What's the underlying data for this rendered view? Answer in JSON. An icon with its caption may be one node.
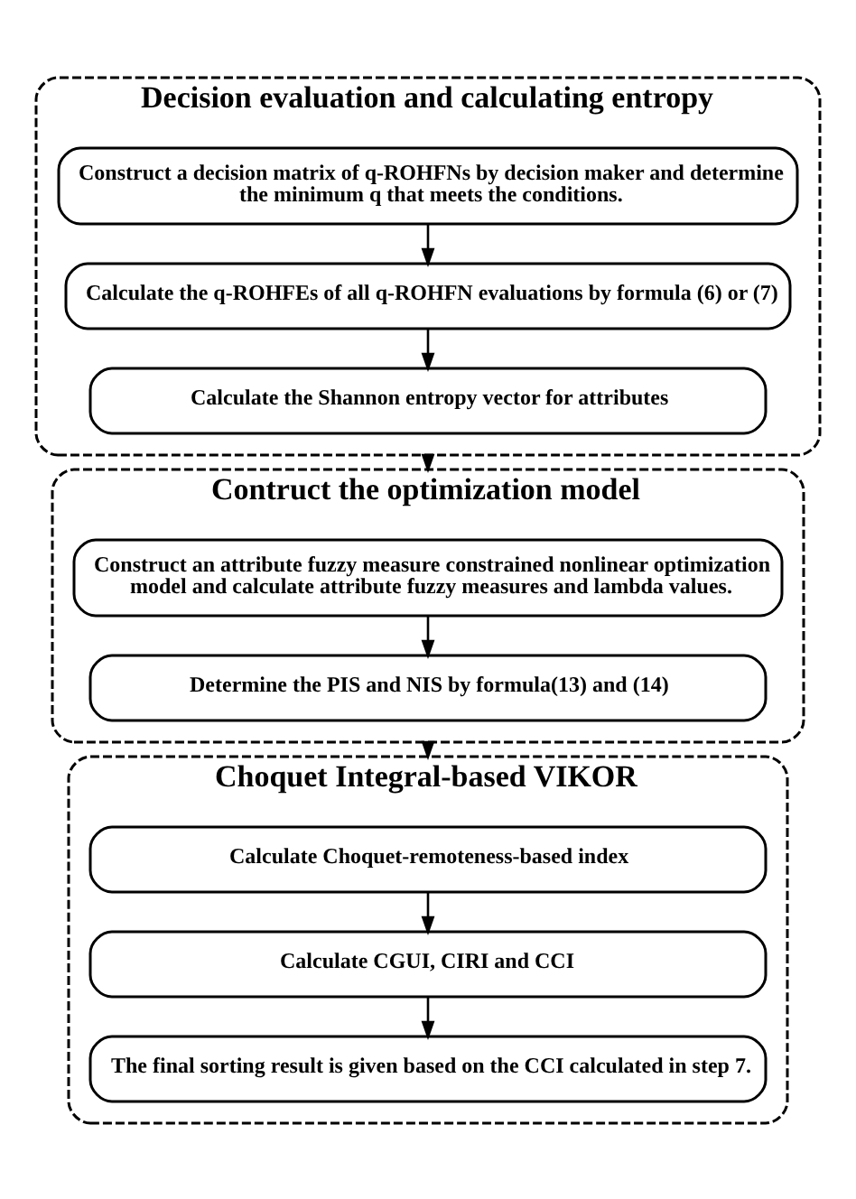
{
  "diagram": {
    "nodes": [
      {
        "text": [
          "Decision evaluation and calculating entropy"
        ]
      },
      {
        "text": [
          "Construct a decision matrix of q-ROHFNs by decision maker and determine the minimum q that meets the conditions."
        ],
        "in": 0
      },
      {
        "text": [
          "Calculate the q-ROHFEs of all q-ROHFN evaluations by formula (6) or (7)"
        ],
        "in": 0
      },
      {
        "text": [
          "Calculate the Shannon entropy vector for attributes"
        ],
        "in": 0
      },
      {
        "text": [
          "Contruct the optimization model"
        ]
      },
      {
        "text": [
          "Construct an attribute fuzzy measure constrained nonlinear optimization model and calculate attribute fuzzy measures and lambda values."
        ],
        "in": 4
      },
      {
        "text": [
          "Determine the PIS and NIS by formula(13) and (14)"
        ],
        "in": 4
      },
      {
        "text": [
          "Choquet Integral-based VIKOR"
        ]
      },
      {
        "text": [
          "Calculate Choquet-remoteness-based index"
        ],
        "in": 7
      },
      {
        "text": [
          "Calculate CGUI, CIRI and CCI"
        ],
        "in": 7
      },
      {
        "text": [
          "The final sorting result is given based on the CCI calculated in step 7."
        ],
        "in": 7
      }
    ],
    "edges": [
      {
        "from": 1,
        "to": 2,
        "arrow": "to"
      },
      {
        "from": 2,
        "to": 3,
        "arrow": "to"
      },
      {
        "from": 0,
        "to": 4,
        "arrow": "to"
      },
      {
        "from": 5,
        "to": 6,
        "arrow": "to"
      },
      {
        "from": 4,
        "to": 7,
        "arrow": "to"
      },
      {
        "from": 8,
        "to": 9,
        "arrow": "to"
      },
      {
        "from": 9,
        "to": 10,
        "arrow": "to"
      }
    ]
  }
}
